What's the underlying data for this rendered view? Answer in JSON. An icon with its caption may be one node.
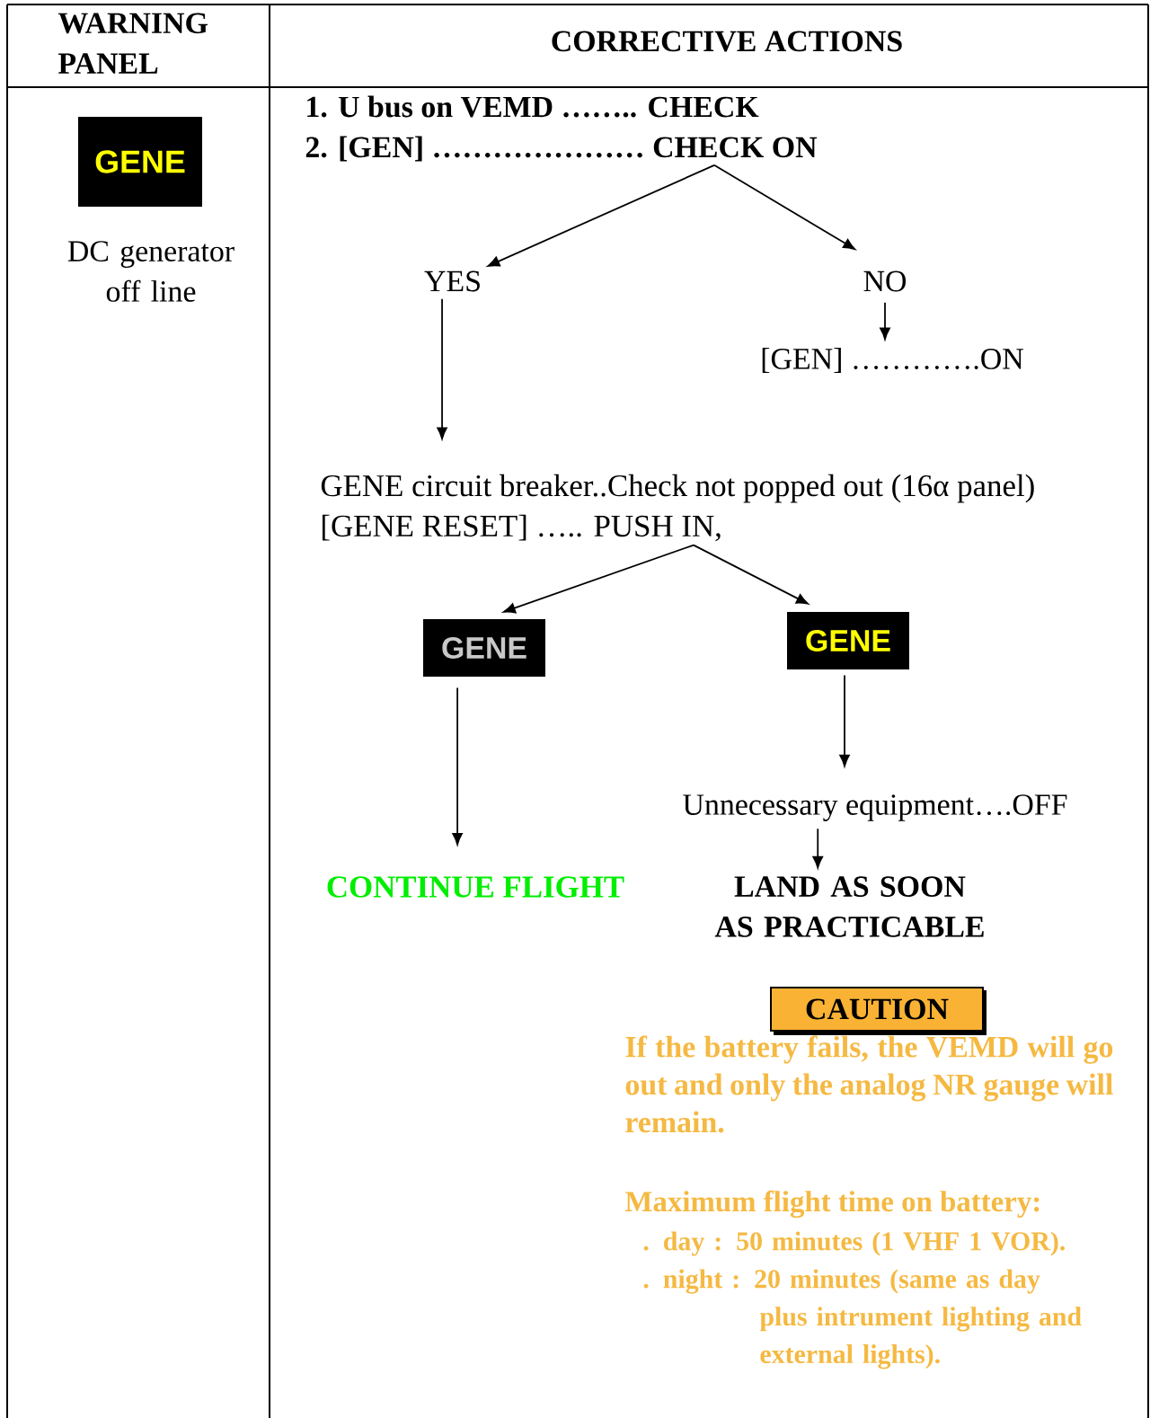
{
  "diagram": {
    "nodes": [
      {
        "text": [
          "GENE"
        ]
      },
      {
        "text": [
          "1. U bus on VEMD …….. CHECK",
          "2. [GEN] ………………… CHECK ON"
        ]
      },
      {
        "text": [
          "YES"
        ]
      },
      {
        "text": [
          "NO"
        ]
      },
      {
        "text": [
          "[GEN] ………….ON"
        ]
      },
      {
        "text": [
          "GENE circuit breaker..Check not popped out (16α panel)",
          "[GENE RESET] ….. PUSH IN,"
        ]
      },
      {
        "text": [
          "GENE"
        ]
      },
      {
        "text": [
          "GENE"
        ]
      },
      {
        "text": [
          "CONTINUE FLIGHT"
        ]
      },
      {
        "text": [
          "Unnecessary equipment….OFF"
        ]
      },
      {
        "text": [
          "LAND AS SOON AS PRACTICABLE"
        ]
      },
      {
        "text": [
          "CAUTION"
        ]
      }
    ],
    "edges": [
      {
        "from": 1,
        "to": 2,
        "arrow": "to"
      },
      {
        "from": 1,
        "to": 3,
        "arrow": "to"
      },
      {
        "from": 3,
        "to": 4,
        "arrow": "to"
      },
      {
        "from": 2,
        "to": 5,
        "arrow": "to"
      },
      {
        "from": 5,
        "to": 6,
        "arrow": "to"
      },
      {
        "from": 5,
        "to": 7,
        "arrow": "to"
      },
      {
        "from": 6,
        "to": 8,
        "arrow": "to"
      },
      {
        "from": 7,
        "to": 9,
        "arrow": "to"
      },
      {
        "from": 9,
        "to": 10,
        "arrow": "to"
      }
    ],
    "labels": [
      "WARNING PANEL",
      "CORRECTIVE ACTIONS",
      "DC generator off line",
      "If the battery fails, the VEMD will go out and only the analog NR gauge will remain.",
      "Maximum flight time on battery:",
      ". day : 50 minutes (1 VHF 1 VOR).",
      ". night : 20 minutes (same as day plus intrument lighting and external lights)."
    ]
  }
}
